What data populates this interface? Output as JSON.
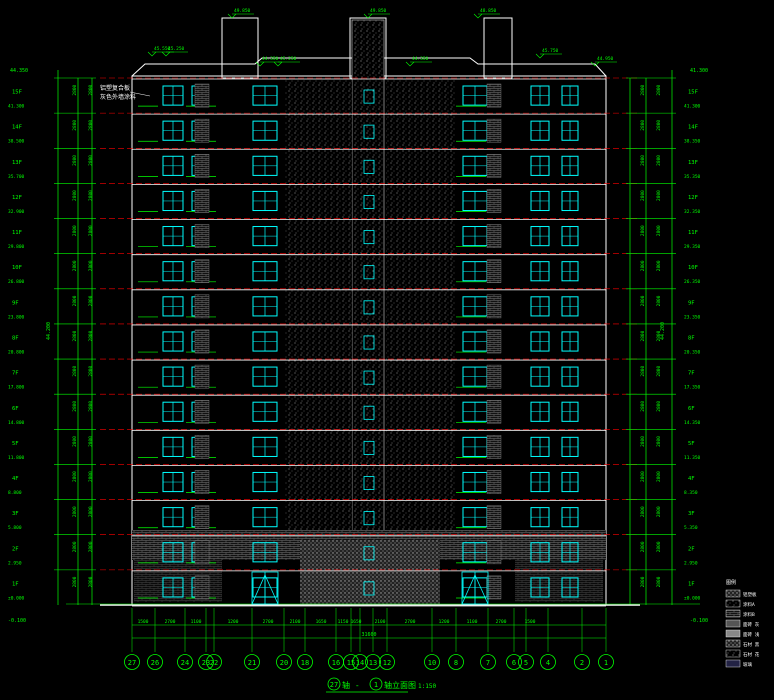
{
  "drawing": {
    "title_from": "27",
    "title_sep": "轴 - ",
    "title_to": "1",
    "title_suffix": "轴立面图",
    "scale": "1:150"
  },
  "annotation_note": [
    "铝塑复合板",
    "灰色外墙涂料"
  ],
  "top_levels": [
    "49.850",
    "49.850",
    "48.850",
    "45.550",
    "45.250",
    "45.250",
    "44.350",
    "44.350",
    "45.750",
    "44.950"
  ],
  "floors_left": [
    "15F",
    "14F",
    "13F",
    "12F",
    "11F",
    "10F",
    "9F",
    "8F",
    "7F",
    "6F",
    "5F",
    "4F",
    "3F",
    "2F",
    "1F"
  ],
  "floors_right": [
    "15F",
    "14F",
    "13F",
    "12F",
    "11F",
    "10F",
    "9F",
    "8F",
    "7F",
    "6F",
    "5F",
    "4F",
    "3F",
    "2F",
    "1F"
  ],
  "levels_left": [
    "41.300",
    "38.500",
    "35.700",
    "32.900",
    "29.800",
    "26.800",
    "23.800",
    "20.800",
    "17.800",
    "14.800",
    "11.800",
    "8.800",
    "5.800",
    "2.950",
    "±0.000"
  ],
  "levels_right": [
    "41.300",
    "38.350",
    "35.350",
    "32.350",
    "29.350",
    "26.350",
    "23.350",
    "20.350",
    "17.350",
    "14.350",
    "11.350",
    "8.350",
    "5.350",
    "2.950",
    "±0.000"
  ],
  "ground_level": "-0.100",
  "roof_level": "44.350",
  "total_height": "44.200",
  "floor_dim": "2800",
  "axis_numbers": [
    "27",
    "26",
    "24",
    "23",
    "22",
    "21",
    "20",
    "18",
    "16",
    "15",
    "14",
    "13",
    "12",
    "10",
    "8",
    "7",
    "6",
    "5",
    "4",
    "2",
    "1"
  ],
  "bay_dims": [
    "1500",
    "2700",
    "1100",
    "1200",
    "2700",
    "2100",
    "1650",
    "1150",
    "1650",
    "2100",
    "2700",
    "1200",
    "1100",
    "2700",
    "1500"
  ],
  "total_width": "31600",
  "legend": {
    "title": "图例",
    "items": [
      "铝塑板",
      "涂料A",
      "涂料B",
      "面砖 灰",
      "面砖 浅",
      "石材 黑",
      "石材 花",
      "玻璃"
    ]
  },
  "colors": {
    "background": "#000000",
    "outline": "#ffffff",
    "dimension": "#00ff00",
    "window": "#00ffff",
    "floor_line": "#ff0000",
    "texture": "#9a9a9a",
    "slab": "#ffffff",
    "accent": "#ff00ff"
  }
}
